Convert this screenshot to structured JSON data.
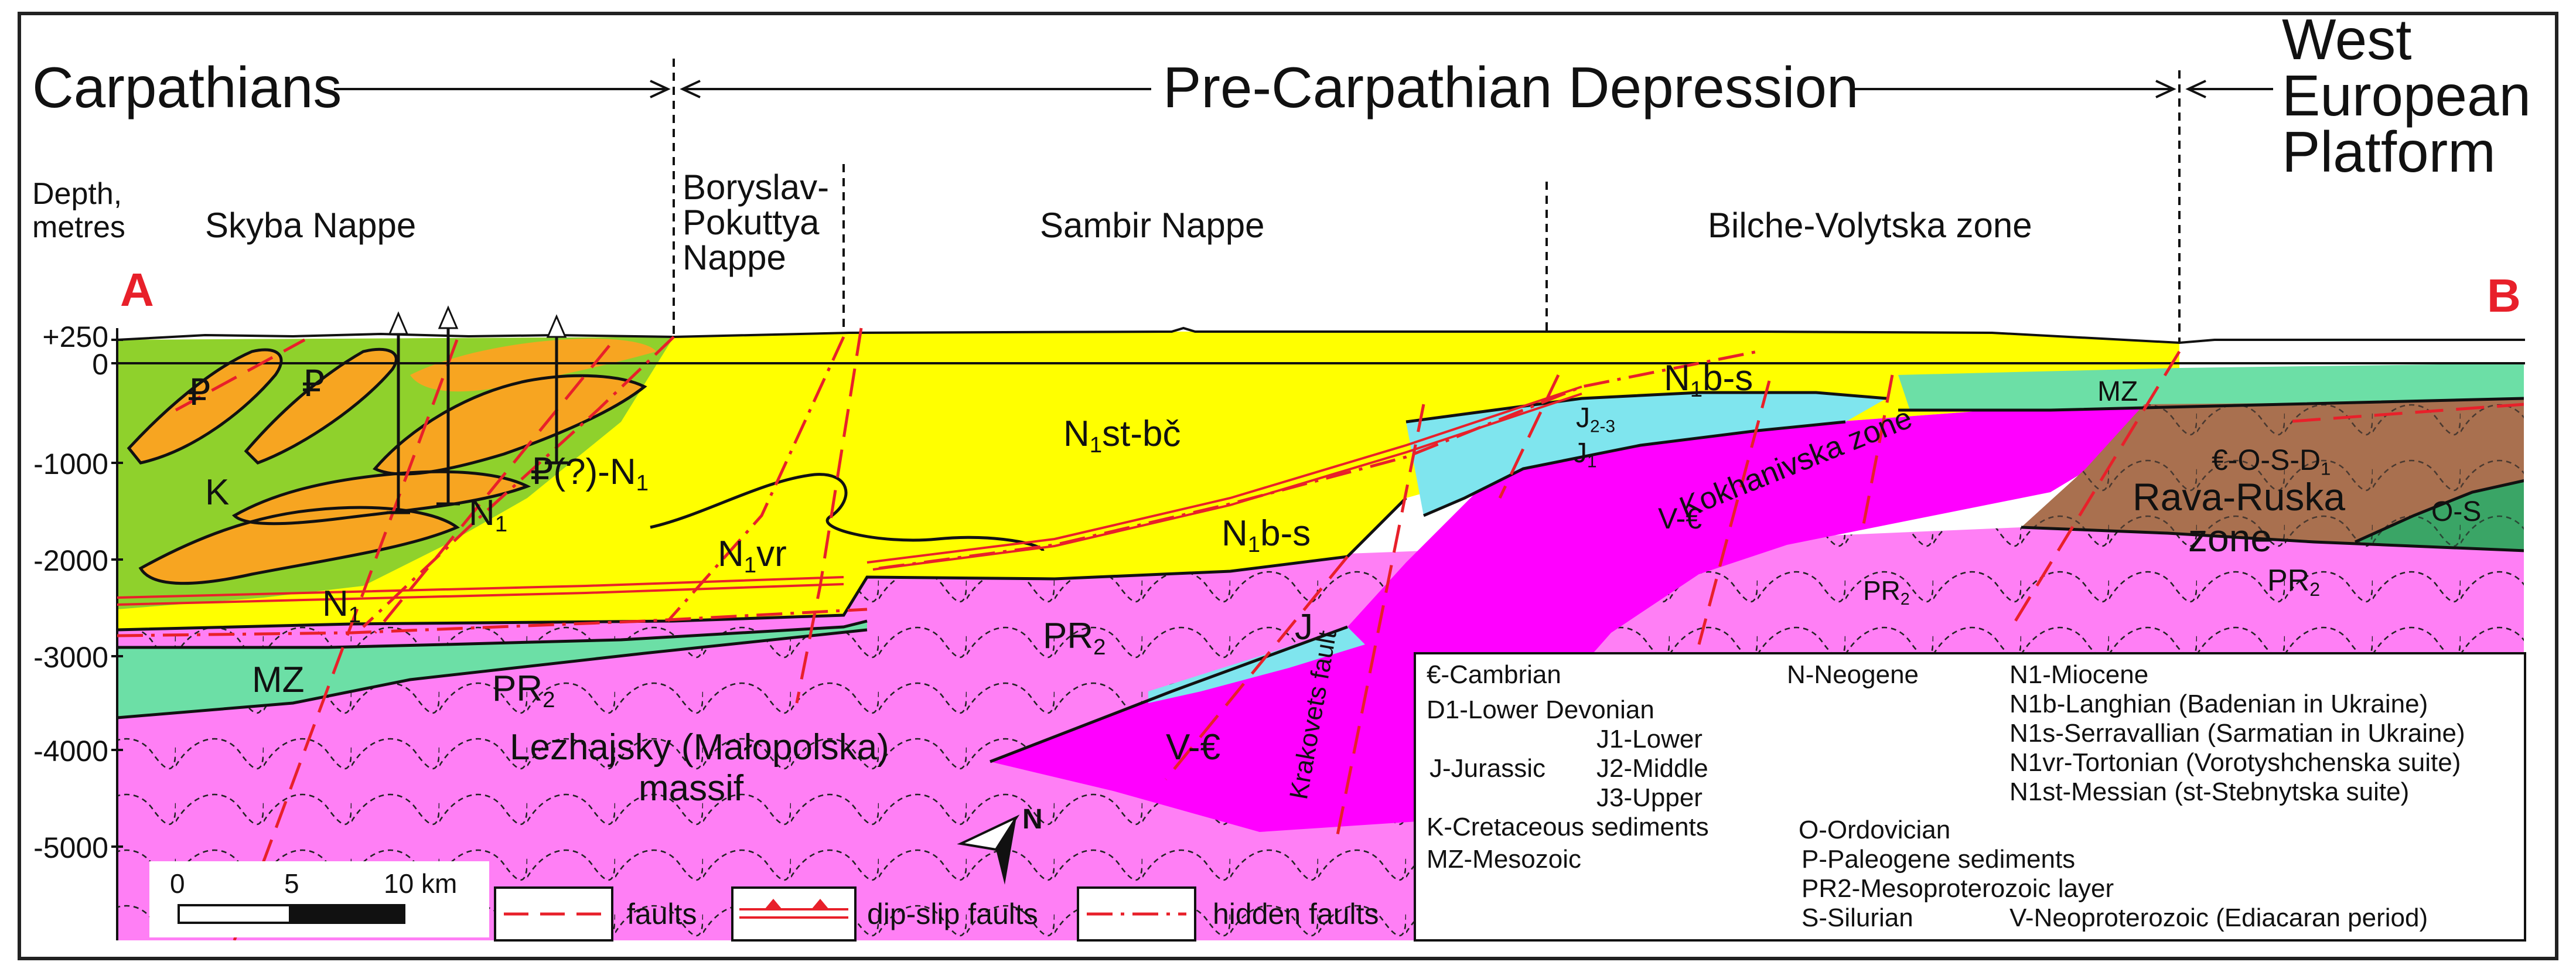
{
  "regions": {
    "carpathians": "Carpathians",
    "pre_carpathian": "Pre-Carpathian Depression",
    "west_european": [
      "West",
      "European",
      "Platform"
    ]
  },
  "zones": {
    "skyba": "Skyba Nappe",
    "boryslav": [
      "Boryslav-",
      "Pokuttya",
      "Nappe"
    ],
    "sambir": "Sambir Nappe",
    "bilche": "Bilche-Volytska zone",
    "depth_label": [
      "Depth,",
      "metres"
    ]
  },
  "section_ends": {
    "a": "A",
    "b": "B"
  },
  "depth_ticks": [
    {
      "label": "+250",
      "value": 250
    },
    {
      "label": "0",
      "value": 0
    },
    {
      "label": "-1000",
      "value": -1000
    },
    {
      "label": "-2000",
      "value": -2000
    },
    {
      "label": "-3000",
      "value": -3000
    },
    {
      "label": "-4000",
      "value": -4000
    },
    {
      "label": "-5000",
      "value": -5000
    }
  ],
  "units": {
    "pg1": "₽",
    "pg2": "₽",
    "k": "K",
    "n1_a": "N",
    "n1_b": "N",
    "pn": "₽(?)-N",
    "n1st": "N",
    "n1st_suffix": "st-bč",
    "n1vr": "N",
    "n1vr_suffix": "vr",
    "n1bs_a": "N",
    "n1bs_a_suffix": "b-s",
    "n1bs_b": "N",
    "n1bs_b_suffix": "b-s",
    "sub1": "1",
    "mz_left": "MZ",
    "mz_right": "MZ",
    "pr2_left": "PR",
    "pr2_mid": "PR",
    "pr2_right1": "PR",
    "pr2_right2": "PR",
    "sub2": "2",
    "j": "J",
    "j23": "J",
    "j23_sub": "2-3",
    "j1": "J",
    "vc_a": "V-€",
    "vc_b": "V-€",
    "eosd": "€-O-S-D",
    "os": "O-S",
    "rava": [
      "Rava-Ruska",
      "zone"
    ],
    "kokhan": "Kokhanivska zone",
    "krakovets": "Krakovets fault",
    "lezhajsky": [
      "Lezhajsky (Małopolska)",
      "massif"
    ]
  },
  "scale": {
    "ticks": [
      "0",
      "5",
      "10 km"
    ]
  },
  "north": "N",
  "fault_legend": {
    "faults": "faults",
    "dip_slip": "dip-slip faults",
    "hidden": "hidden faults"
  },
  "legend": [
    "€-Cambrian",
    "D1-Lower Devonian",
    "J1-Lower",
    "J-Jurassic",
    "J2-Middle",
    "J3-Upper",
    "K-Cretaceous sediments",
    "MZ-Mesozoic",
    "N-Neogene",
    "N1-Miocene",
    "N1b-Langhian (Badenian in Ukraine)",
    "N1s-Serravallian (Sarmatian in Ukraine)",
    "N1vr-Tortonian (Vorotyshchenska suite)",
    "N1st-Messian (st-Stebnytska suite)",
    "O-Ordovician",
    "P-Paleogene sediments",
    "PR2-Mesoproterozoic layer",
    "S-Silurian",
    "V-Neoproterozoic (Ediacaran period)"
  ],
  "colors": {
    "neogene_yellow": "#ffff00",
    "paleogene_orange": "#f7a521",
    "cretaceous_green": "#8fd12c",
    "mesozoic_teal": "#6cdfa6",
    "proterozoic_pink": "#ff7ff5",
    "vendian_magenta": "#ff00ff",
    "jurassic_cyan": "#7fe5ee",
    "paleozoic_brown": "#a9704f",
    "os_green": "#3aa566",
    "fault_red": "#e8202a"
  }
}
